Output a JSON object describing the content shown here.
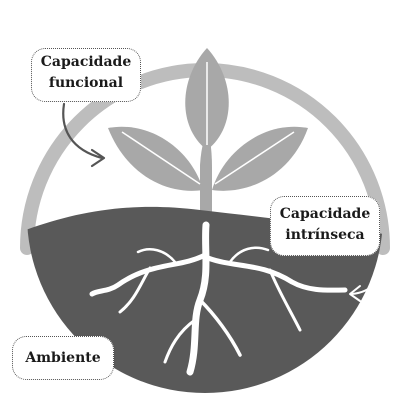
{
  "labels": {
    "functional_capacity": "Capacidade\nfuncional",
    "intrinsic_capacity": "Capacidade\nintrínseca",
    "environment": "Ambiente"
  },
  "colors": {
    "ring": "#bdbdbd",
    "soil": "#595959",
    "leaves": "#a8a8a8",
    "roots": "#ffffff",
    "arrow": "#555555",
    "bubble_border": "#555555",
    "text": "#1a1a1a"
  },
  "icons": {
    "plant": "plant-icon",
    "roots": "roots-icon",
    "arrow": "curved-arrow-icon"
  }
}
